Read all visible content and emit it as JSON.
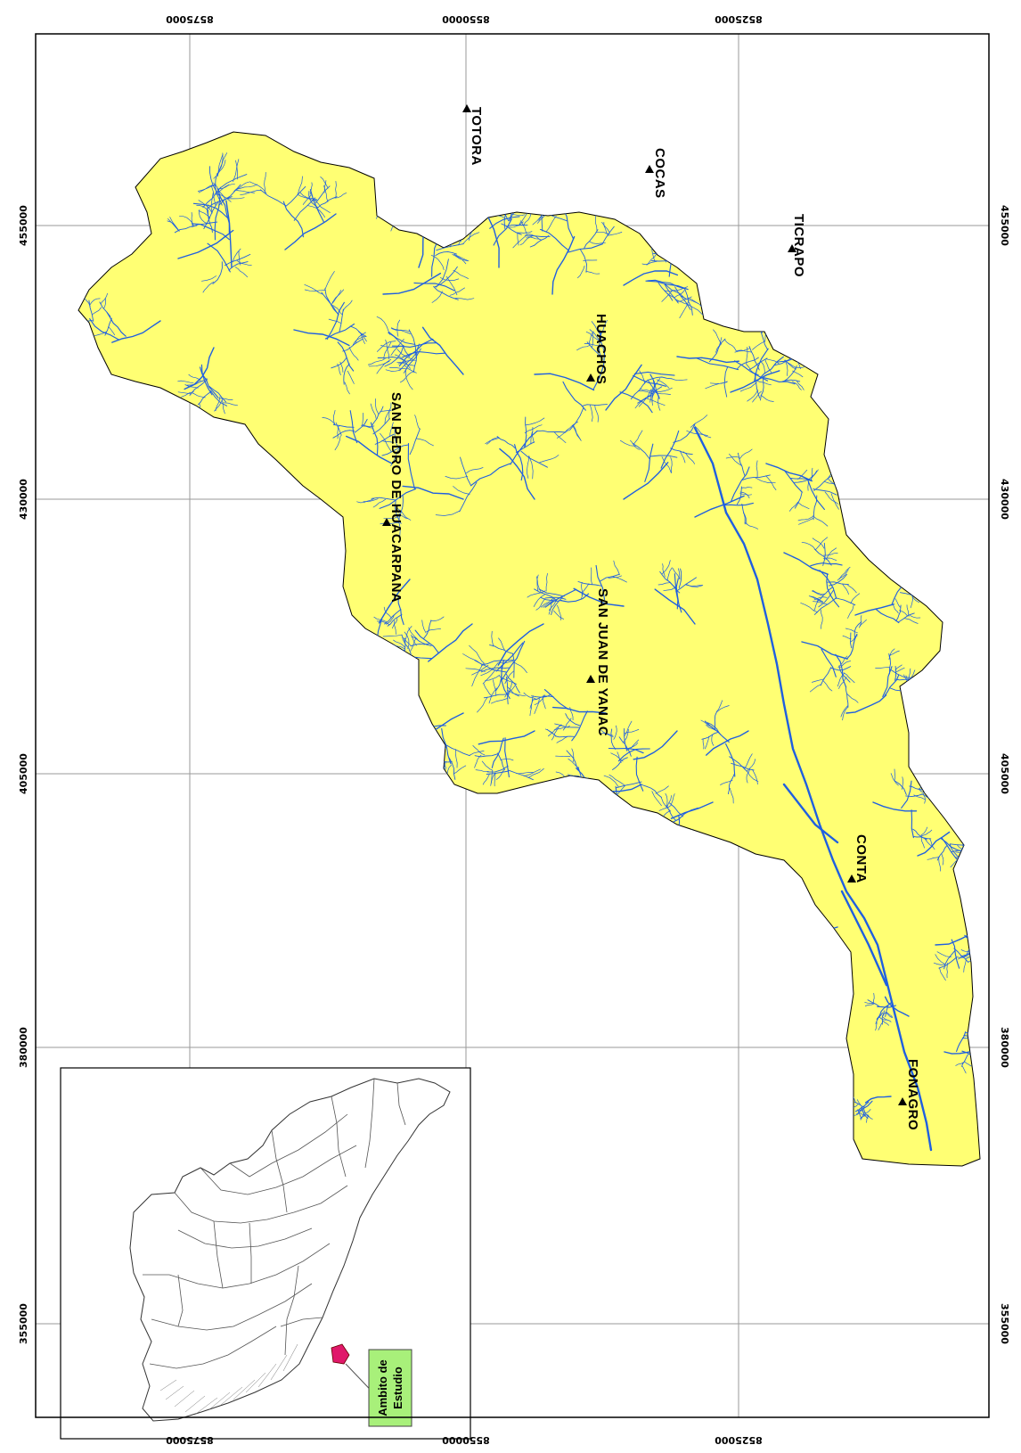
{
  "map": {
    "colors": {
      "basin_fill": "#ffff73",
      "river": "#1f5fe0",
      "grid": "#9a9a9a",
      "frame": "#000000",
      "inset_fill": "#ffffff",
      "study_area": "#e0186a",
      "inset_label_fill": "#a8f07a"
    },
    "easting_ticks": [
      "355000",
      "380000",
      "405000",
      "430000",
      "455000"
    ],
    "northing_ticks": [
      "8575000",
      "8550000",
      "8525000"
    ],
    "towns": [
      {
        "name": "TOTORA",
        "icon": "triangle-marker-icon"
      },
      {
        "name": "COCAS",
        "icon": "triangle-marker-icon"
      },
      {
        "name": "TICRAPO",
        "icon": "triangle-marker-icon"
      },
      {
        "name": "HUACHOS",
        "icon": "triangle-marker-icon"
      },
      {
        "name": "SAN PEDRO DE HUACARPANA",
        "icon": "triangle-marker-icon"
      },
      {
        "name": "SAN JUAN DE YANAC",
        "icon": "triangle-marker-icon"
      },
      {
        "name": "CONTA",
        "icon": "triangle-marker-icon"
      },
      {
        "name": "FONAGRO",
        "icon": "triangle-marker-icon"
      }
    ],
    "inset": {
      "label_line1": "Ambito de",
      "label_line2": "Estudio"
    }
  }
}
